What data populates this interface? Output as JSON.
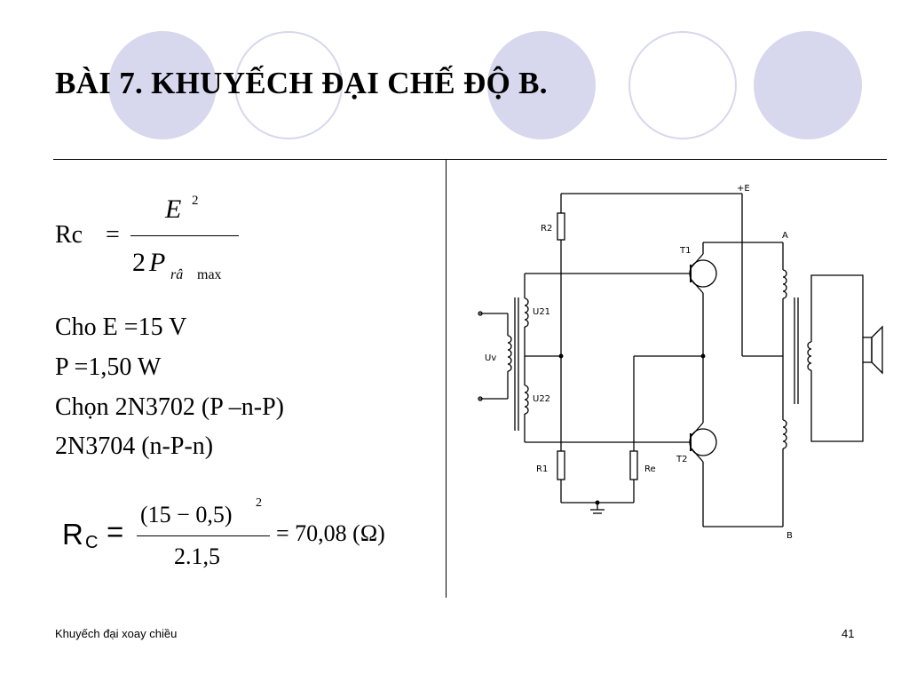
{
  "slide": {
    "title": "BÀI 7. KHUYẾCH ĐẠI CHẾ ĐỘ B.",
    "decor_color": "#d7d7ee"
  },
  "formula1": {
    "lhs": "Rc",
    "equals": "=",
    "numerator": "E",
    "numerator_sup": "2",
    "denominator_coef": "2",
    "denominator_var": "P",
    "denominator_sub_a": "râ",
    "denominator_sub_b": "max"
  },
  "given": {
    "line1": "Cho E =15 V",
    "line2": "P =1,50 W",
    "line3": "Chọn 2N3702 (P –n-P)",
    "line4": "2N3704 (n-P-n)"
  },
  "formula2": {
    "lhs": "R",
    "lhs_sub": "C",
    "equals": "=",
    "numerator": "(15 − 0,5)",
    "numerator_sup": "2",
    "denominator": "2.1,5",
    "result": "= 70,08 (Ω)"
  },
  "circuit": {
    "supply": "+E",
    "R2": "R2",
    "T1": "T1",
    "A": "A",
    "U21": "U21",
    "Uv": "Uv",
    "U22": "U22",
    "R1": "R1",
    "Re": "Re",
    "T2": "T2",
    "B": "B"
  },
  "footer": {
    "left": "Khuyếch đại xoay chiều",
    "page": "41"
  }
}
